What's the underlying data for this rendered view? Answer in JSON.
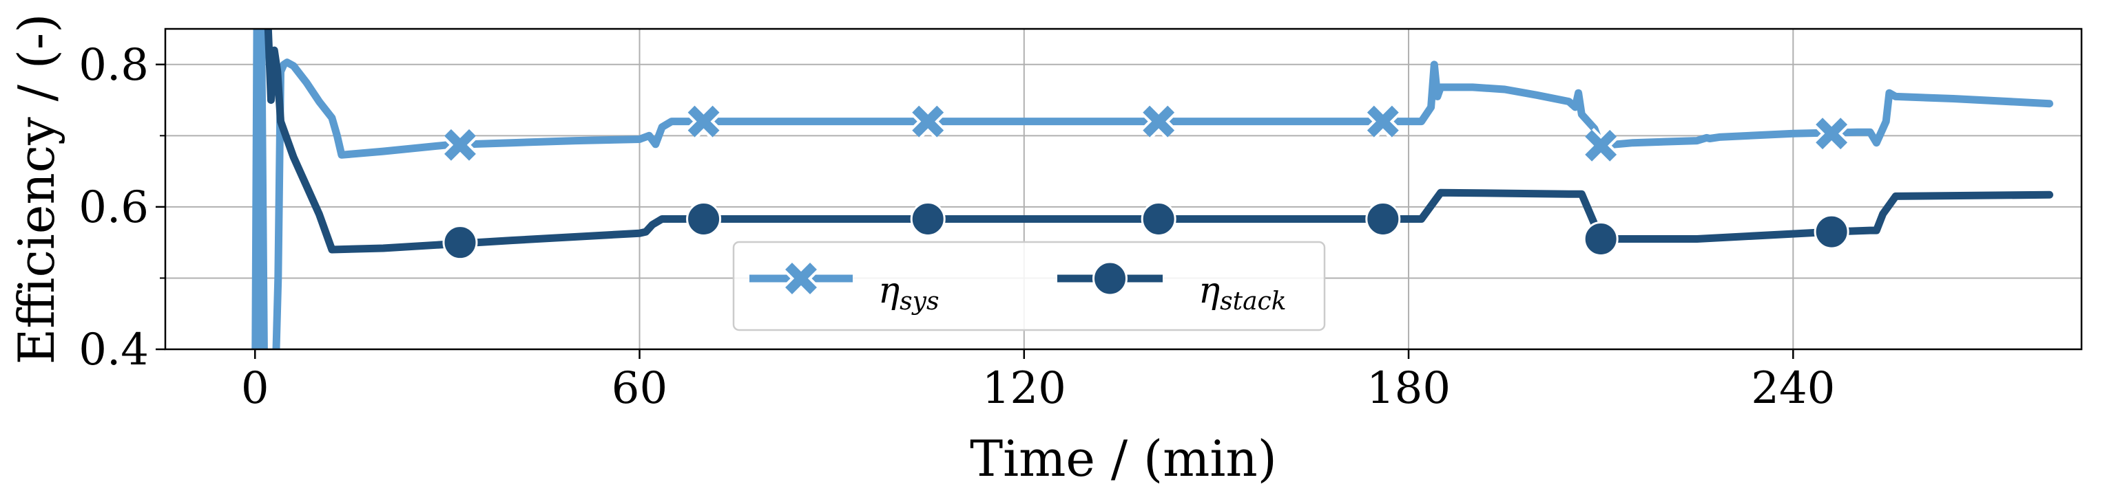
{
  "chart_data": {
    "type": "line",
    "title": "",
    "xlabel": "Time / (min)",
    "ylabel": "Efficiency / (-)",
    "xlim": [
      -14,
      285
    ],
    "ylim": [
      0.4,
      0.85
    ],
    "xticks": [
      0,
      60,
      120,
      180,
      240
    ],
    "yticks": [
      0.4,
      0.6,
      0.8
    ],
    "ytick_labels": [
      "0.4",
      "0.6",
      "0.8"
    ],
    "xtick_labels": [
      "0",
      "60",
      "120",
      "180",
      "240"
    ],
    "minor_yticks": [
      0.5,
      0.7
    ],
    "grid": true,
    "legend_position": "bottom-center",
    "series": [
      {
        "name_main": "η",
        "name_sub": "sys",
        "color": "#5b9bd0",
        "marker": "x",
        "x": [
          0,
          0.3,
          0.6,
          1.0,
          1.5,
          2.0,
          2.6,
          3.0,
          3.6,
          4.0,
          4.5,
          5.0,
          6.0,
          8.0,
          10.0,
          12.0,
          12.8,
          13.5,
          20,
          30,
          40,
          50,
          60,
          61.5,
          62.5,
          63.5,
          65,
          80,
          100,
          120,
          140,
          160,
          175,
          180,
          182,
          183.5,
          184,
          184.5,
          185,
          190,
          195,
          200,
          205,
          206,
          206.5,
          207,
          209,
          210,
          215,
          225,
          226.5,
          227,
          228.5,
          240,
          250,
          252,
          253,
          254.5,
          255,
          256,
          265,
          280
        ],
        "y": [
          0.3,
          0.86,
          0.3,
          0.86,
          0.3,
          0.3,
          0.3,
          0.3,
          0.5,
          0.79,
          0.8,
          0.803,
          0.798,
          0.775,
          0.748,
          0.725,
          0.7,
          0.673,
          0.678,
          0.687,
          0.69,
          0.693,
          0.695,
          0.7,
          0.688,
          0.712,
          0.72,
          0.72,
          0.72,
          0.72,
          0.72,
          0.72,
          0.72,
          0.72,
          0.72,
          0.74,
          0.8,
          0.755,
          0.768,
          0.768,
          0.765,
          0.757,
          0.748,
          0.74,
          0.76,
          0.73,
          0.71,
          0.686,
          0.69,
          0.693,
          0.697,
          0.696,
          0.698,
          0.703,
          0.705,
          0.705,
          0.69,
          0.72,
          0.76,
          0.755,
          0.752,
          0.745
        ],
        "markers_x": [
          32,
          70,
          105,
          141,
          176,
          210,
          246
        ],
        "markers_y": [
          0.687,
          0.72,
          0.72,
          0.72,
          0.72,
          0.686,
          0.703
        ]
      },
      {
        "name_main": "η",
        "name_sub": "stack",
        "color": "#1f4e79",
        "marker": "o",
        "x": [
          1.5,
          2.0,
          2.5,
          3.0,
          3.5,
          4.0,
          6.0,
          8.0,
          10.0,
          12.0,
          20,
          40,
          60,
          61,
          62,
          63.5,
          70,
          100,
          140,
          175,
          180,
          182,
          185,
          205,
          207,
          210,
          225,
          246,
          252,
          253,
          254,
          256,
          280
        ],
        "y": [
          0.86,
          0.86,
          0.75,
          0.82,
          0.79,
          0.72,
          0.67,
          0.63,
          0.59,
          0.54,
          0.542,
          0.553,
          0.563,
          0.565,
          0.575,
          0.583,
          0.583,
          0.583,
          0.583,
          0.583,
          0.583,
          0.583,
          0.62,
          0.618,
          0.618,
          0.555,
          0.555,
          0.565,
          0.567,
          0.567,
          0.59,
          0.615,
          0.617
        ],
        "markers_x": [
          32,
          70,
          105,
          141,
          176,
          210,
          246
        ],
        "markers_y": [
          0.55,
          0.583,
          0.583,
          0.583,
          0.583,
          0.555,
          0.565
        ]
      }
    ]
  }
}
